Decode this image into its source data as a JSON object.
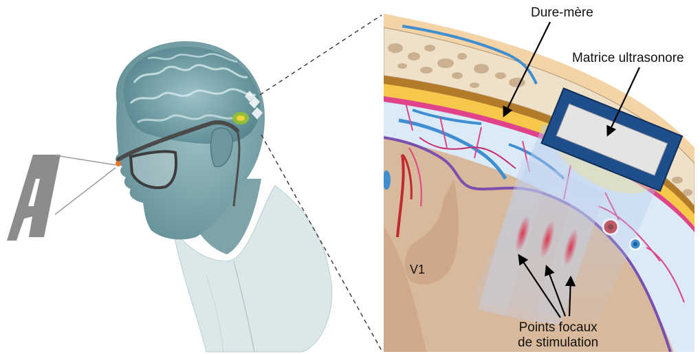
{
  "labels": {
    "dura": "Dure-mère",
    "matrix": "Matrice ultrasonore",
    "v1": "V1",
    "focal_line1": "Points focaux",
    "focal_line2": "de stimulation"
  },
  "visual_stimulus_letter": "A",
  "colors": {
    "skin": "#7fa7ad",
    "brain": "#5f8f98",
    "bone": "#efe0c6",
    "bone_spots": "#c9ae8f",
    "dura": "#f6c84a",
    "cortex": "#d8b89a",
    "membrane": "#e0438a",
    "pia": "#7a4fb0",
    "vessel_blue": "#3f8fd0",
    "vessel_red": "#c1272d",
    "transducer_frame": "#1f4e8c",
    "transducer_inner": "#e4e4e4"
  }
}
